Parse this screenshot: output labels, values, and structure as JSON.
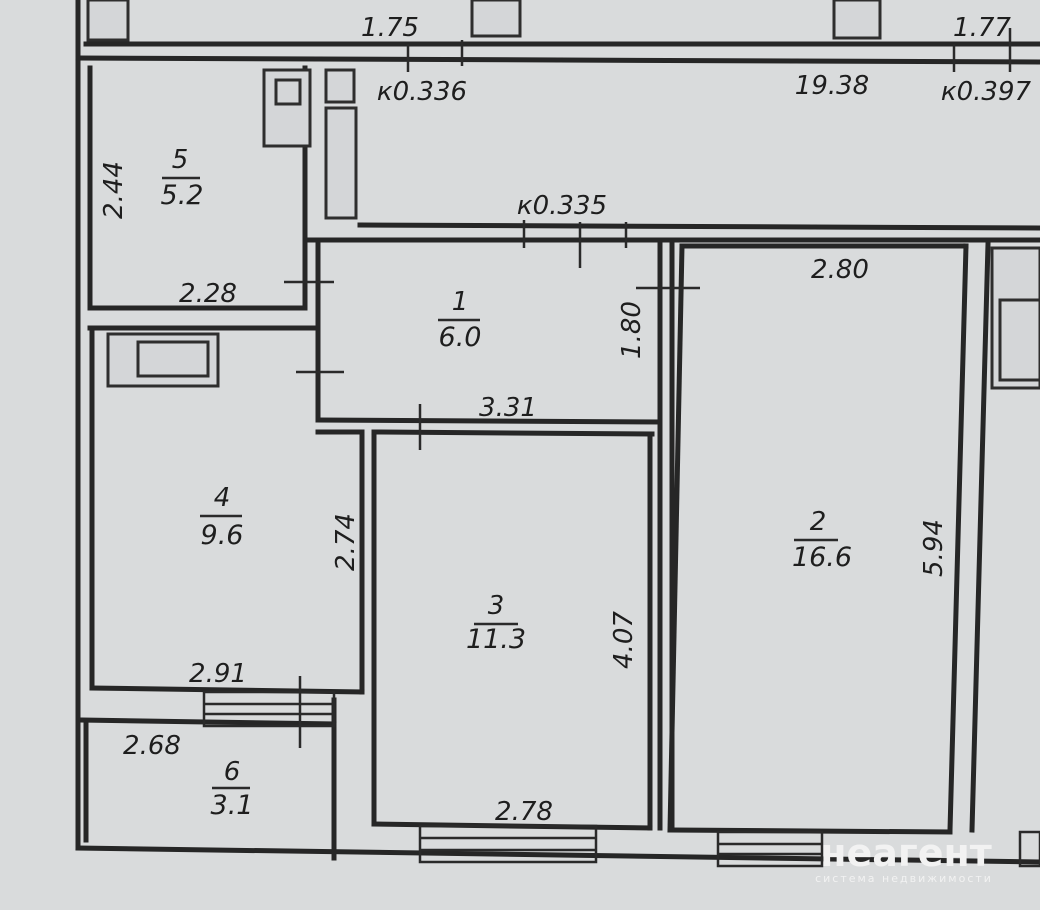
{
  "rooms": [
    {
      "number": "1",
      "area": "6.0"
    },
    {
      "number": "2",
      "area": "16.6"
    },
    {
      "number": "3",
      "area": "11.3"
    },
    {
      "number": "4",
      "area": "9.6"
    },
    {
      "number": "5",
      "area": "5.2"
    },
    {
      "number": "6",
      "area": "3.1"
    }
  ],
  "dimensions": {
    "top_left": "1.75",
    "top_right": "1.77",
    "corridor_area": "19.38",
    "room5_height": "2.44",
    "room5_width": "2.28",
    "room1_height": "1.80",
    "room1_width": "3.31",
    "room2_width": "2.80",
    "room2_height": "5.94",
    "room4_height": "2.74",
    "room4_width": "2.91",
    "room3_height": "4.07",
    "room3_width": "2.78",
    "room6_width": "2.68"
  },
  "coefficients": {
    "k1": "к0.336",
    "k2": "к0.397",
    "k3": "к0.335"
  },
  "watermark": {
    "brand": "неагент",
    "tagline": "система недвижимости"
  }
}
